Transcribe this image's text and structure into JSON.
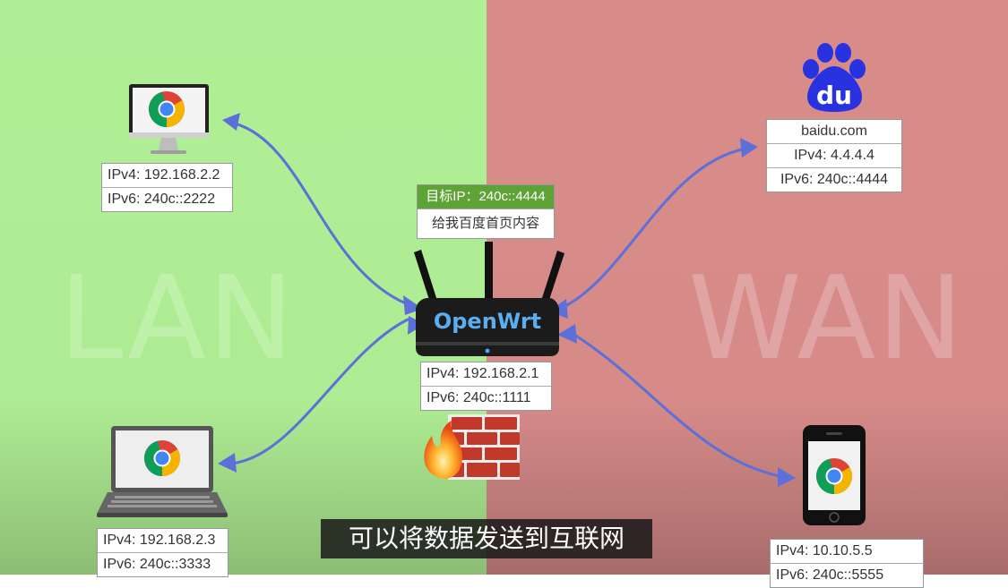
{
  "zones": {
    "lan_label": "LAN",
    "wan_label": "WAN"
  },
  "desktop": {
    "ipv4": "IPv4: 192.168.2.2",
    "ipv6": "IPv6:  240c::2222"
  },
  "laptop": {
    "ipv4": "IPv4: 192.168.2.3",
    "ipv6": "IPv6:  240c::3333"
  },
  "router": {
    "brand": "OpenWrt",
    "ipv4": "IPv4: 192.168.2.1",
    "ipv6": "IPv6:  240c::1111"
  },
  "packet": {
    "target": "目标IP：240c::4444",
    "content": "给我百度首页内容"
  },
  "baidu": {
    "domain": "baidu.com",
    "ipv4": "IPv4: 4.4.4.4",
    "ipv6": "IPv6: 240c::4444",
    "logo_text": "du"
  },
  "phone": {
    "ipv4": "IPv4: 10.10.5.5",
    "ipv6": "IPv6:  240c::5555"
  },
  "subtitle": "可以将数据发送到互联网",
  "colors": {
    "lan_bg": "#b0ef95",
    "wan_bg": "#d88c8a",
    "arrow": "#5d6fd8",
    "packet_header": "#5ea336",
    "baidu_blue": "#2932e1"
  },
  "icons": [
    "chrome-icon",
    "firewall-icon",
    "baidu-paw-icon"
  ]
}
